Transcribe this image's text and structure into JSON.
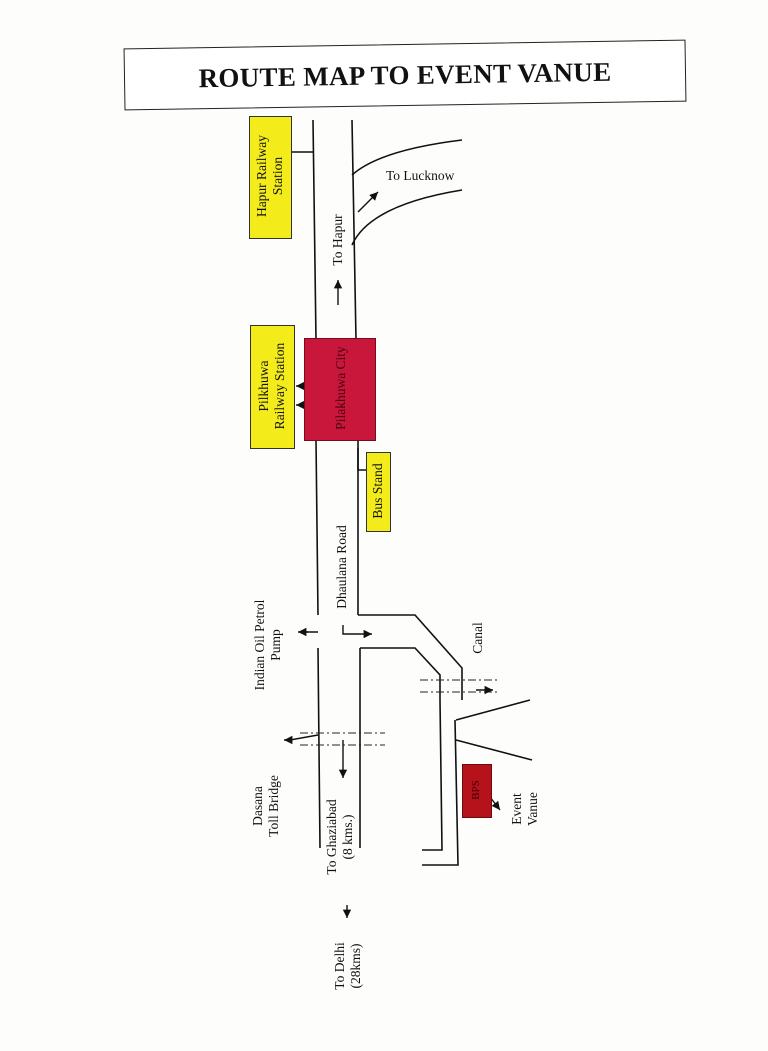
{
  "title": "ROUTE MAP TO EVENT VANUE",
  "labels": {
    "hapur_station": [
      "Hapur Railway",
      "Station"
    ],
    "to_lucknow": "To Lucknow",
    "to_hapur": "To Hapur",
    "pilkhuwa_station": [
      "Pilkhuwa",
      "Railway Station"
    ],
    "pilkhuwa_city": "Pilakhuwa City",
    "bus_stand": "Bus Stand",
    "dhaulana_road": "Dhaulana Road",
    "indian_oil": [
      "Indian Oil Petrol",
      "Pump"
    ],
    "canal": "Canal",
    "dasana": [
      "Dasana",
      "Toll Bridge"
    ],
    "to_ghaziabad": [
      "To Ghaziabad",
      "(8 kms.)"
    ],
    "venue_marker": "BPS",
    "event_venue": [
      "Event",
      "Vanue"
    ],
    "to_delhi": [
      "To Delhi",
      "(28kms)"
    ]
  },
  "colors": {
    "yellow": "#f4ec1a",
    "city_red": "#c8173b",
    "venue_red": "#b5121b"
  }
}
